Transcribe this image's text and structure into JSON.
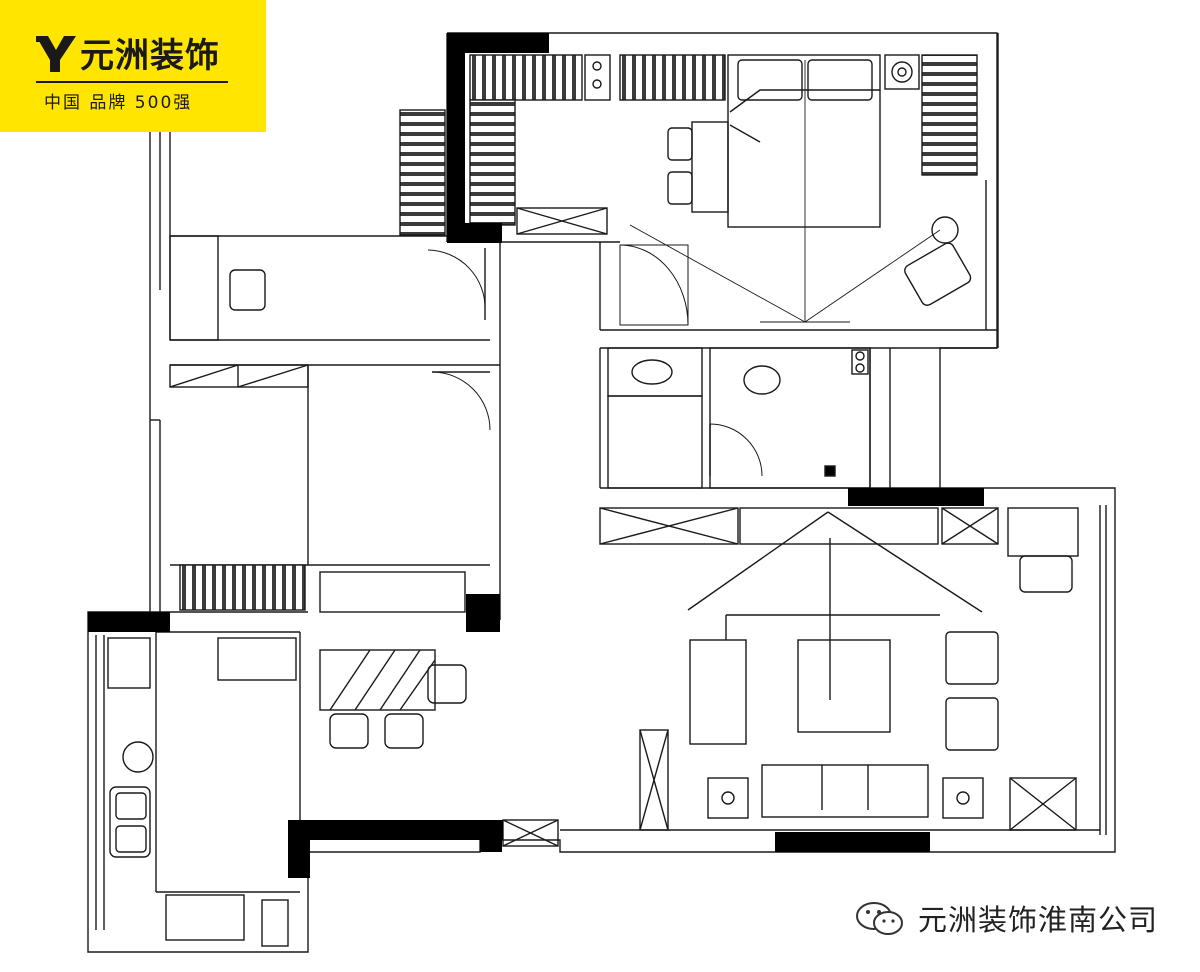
{
  "logo": {
    "name": "元洲装饰",
    "slogan": "中国 品牌 500强",
    "brand_color": "#ffe500",
    "icon": "y-logo-mark"
  },
  "watermark": {
    "text": "元洲装饰淮南公司",
    "icon": "wechat-icon"
  },
  "colors": {
    "line": "#1a1a1a",
    "wall_fill": "#000000",
    "background": "#ffffff"
  }
}
